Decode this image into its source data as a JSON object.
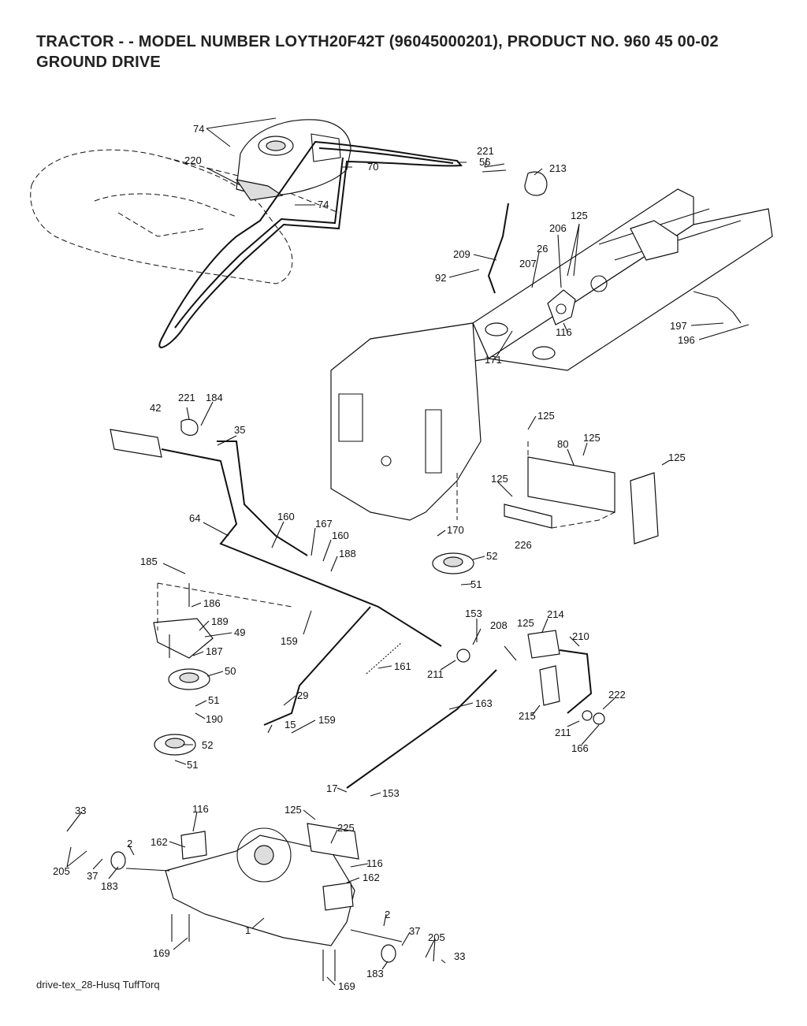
{
  "header": {
    "line1": "TRACTOR - - MODEL NUMBER LOYTH20F42T (96045000201), PRODUCT NO. 960 45 00-02",
    "line2": "GROUND DRIVE"
  },
  "footer": {
    "text": "drive-tex_28-Husq TuffTorq"
  },
  "callouts": [
    {
      "id": "c74a",
      "text": "74"
    },
    {
      "id": "c220",
      "text": "220"
    },
    {
      "id": "c70",
      "text": "70"
    },
    {
      "id": "c74b",
      "text": "74"
    },
    {
      "id": "c56",
      "text": "56"
    },
    {
      "id": "c221a",
      "text": "221"
    },
    {
      "id": "c213",
      "text": "213"
    },
    {
      "id": "c125a",
      "text": "125"
    },
    {
      "id": "c206",
      "text": "206"
    },
    {
      "id": "c209",
      "text": "209"
    },
    {
      "id": "c26",
      "text": "26"
    },
    {
      "id": "c207",
      "text": "207"
    },
    {
      "id": "c92",
      "text": "92"
    },
    {
      "id": "c116a",
      "text": "116"
    },
    {
      "id": "c171",
      "text": "171"
    },
    {
      "id": "c197",
      "text": "197"
    },
    {
      "id": "c196",
      "text": "196"
    },
    {
      "id": "c221b",
      "text": "221"
    },
    {
      "id": "c184",
      "text": "184"
    },
    {
      "id": "c42",
      "text": "42"
    },
    {
      "id": "c35",
      "text": "35"
    },
    {
      "id": "c125b",
      "text": "125"
    },
    {
      "id": "c80",
      "text": "80"
    },
    {
      "id": "c125c",
      "text": "125"
    },
    {
      "id": "c125d",
      "text": "125"
    },
    {
      "id": "c125e",
      "text": "125"
    },
    {
      "id": "c64",
      "text": "64"
    },
    {
      "id": "c160a",
      "text": "160"
    },
    {
      "id": "c167",
      "text": "167"
    },
    {
      "id": "c160b",
      "text": "160"
    },
    {
      "id": "c170",
      "text": "170"
    },
    {
      "id": "c188",
      "text": "188"
    },
    {
      "id": "c226",
      "text": "226"
    },
    {
      "id": "c185",
      "text": "185"
    },
    {
      "id": "c52a",
      "text": "52"
    },
    {
      "id": "c51a",
      "text": "51"
    },
    {
      "id": "c186",
      "text": "186"
    },
    {
      "id": "c159a",
      "text": "159"
    },
    {
      "id": "c189",
      "text": "189"
    },
    {
      "id": "c49",
      "text": "49"
    },
    {
      "id": "c153a",
      "text": "153"
    },
    {
      "id": "c214",
      "text": "214"
    },
    {
      "id": "c208",
      "text": "208"
    },
    {
      "id": "c125f",
      "text": "125"
    },
    {
      "id": "c210",
      "text": "210"
    },
    {
      "id": "c187",
      "text": "187"
    },
    {
      "id": "c211a",
      "text": "211"
    },
    {
      "id": "c161",
      "text": "161"
    },
    {
      "id": "c50",
      "text": "50"
    },
    {
      "id": "c29",
      "text": "29"
    },
    {
      "id": "c163",
      "text": "163"
    },
    {
      "id": "c51b",
      "text": "51"
    },
    {
      "id": "c222",
      "text": "222"
    },
    {
      "id": "c190",
      "text": "190"
    },
    {
      "id": "c215",
      "text": "215"
    },
    {
      "id": "c211b",
      "text": "211"
    },
    {
      "id": "c15",
      "text": "15"
    },
    {
      "id": "c159b",
      "text": "159"
    },
    {
      "id": "c166",
      "text": "166"
    },
    {
      "id": "c52b",
      "text": "52"
    },
    {
      "id": "c51c",
      "text": "51"
    },
    {
      "id": "c17",
      "text": "17"
    },
    {
      "id": "c153b",
      "text": "153"
    },
    {
      "id": "c33a",
      "text": "33"
    },
    {
      "id": "c116b",
      "text": "116"
    },
    {
      "id": "c125g",
      "text": "125"
    },
    {
      "id": "c225",
      "text": "225"
    },
    {
      "id": "c162a",
      "text": "162"
    },
    {
      "id": "c2a",
      "text": "2"
    },
    {
      "id": "c205a",
      "text": "205"
    },
    {
      "id": "c37a",
      "text": "37"
    },
    {
      "id": "c183a",
      "text": "183"
    },
    {
      "id": "c116c",
      "text": "116"
    },
    {
      "id": "c162b",
      "text": "162"
    },
    {
      "id": "c1",
      "text": "1"
    },
    {
      "id": "c2b",
      "text": "2"
    },
    {
      "id": "c37b",
      "text": "37"
    },
    {
      "id": "c205b",
      "text": "205"
    },
    {
      "id": "c169a",
      "text": "169"
    },
    {
      "id": "c33b",
      "text": "33"
    },
    {
      "id": "c183b",
      "text": "183"
    },
    {
      "id": "c169b",
      "text": "169"
    }
  ]
}
